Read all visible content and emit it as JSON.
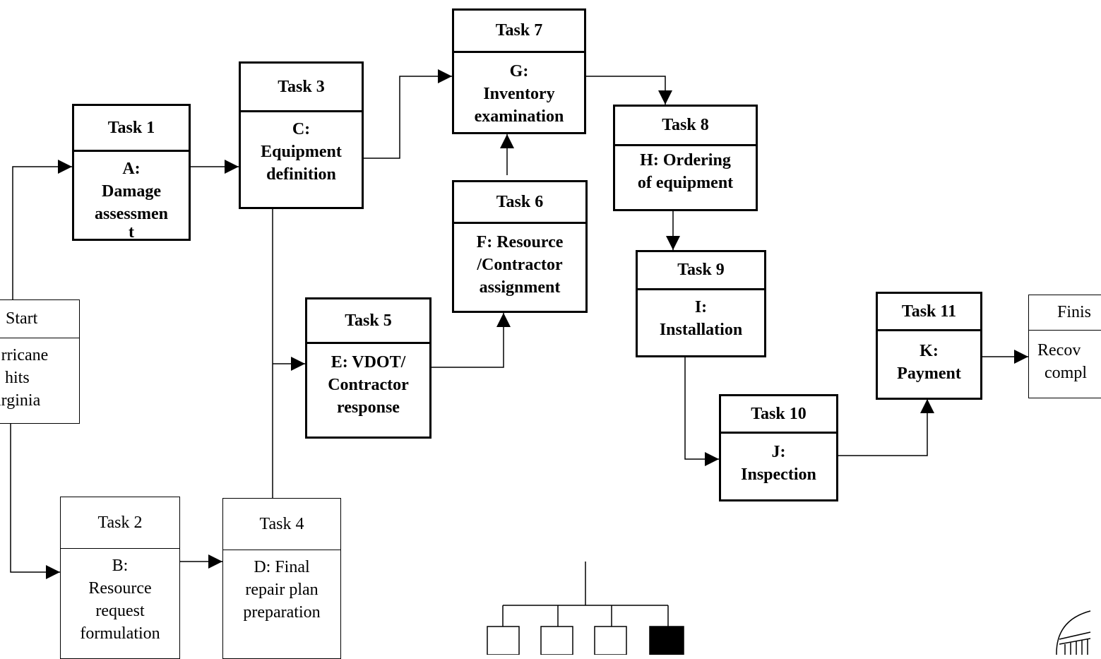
{
  "tasks": {
    "t1": {
      "header": "Task 1",
      "lines": [
        "A:",
        "Damage",
        "assessmen",
        "t"
      ]
    },
    "t2": {
      "header": "Task 2",
      "lines": [
        "B:",
        "Resource",
        "request",
        "formulation"
      ]
    },
    "t3": {
      "header": "Task 3",
      "lines": [
        "C:",
        "Equipment",
        "definition"
      ]
    },
    "t4": {
      "header": "Task 4",
      "lines": [
        "D: Final",
        "repair plan",
        "preparation"
      ]
    },
    "t5": {
      "header": "Task 5",
      "lines": [
        "E: VDOT/",
        "Contractor",
        "response"
      ]
    },
    "t6": {
      "header": "Task 6",
      "lines": [
        "F: Resource",
        "/Contractor",
        "assignment"
      ]
    },
    "t7": {
      "header": "Task 7",
      "lines": [
        "G:",
        "Inventory",
        "examination"
      ]
    },
    "t8": {
      "header": "Task 8",
      "lines": [
        "H: Ordering",
        "of equipment"
      ]
    },
    "t9": {
      "header": "Task 9",
      "lines": [
        "I:",
        "Installation"
      ]
    },
    "t10": {
      "header": "Task 10",
      "lines": [
        "J:",
        "Inspection"
      ]
    },
    "t11": {
      "header": "Task 11",
      "lines": [
        "K:",
        "Payment"
      ]
    }
  },
  "start": {
    "header": "Start",
    "lines": [
      ":rricane",
      "hits",
      "irginia"
    ]
  },
  "finish": {
    "header": "Finis",
    "lines": [
      "Recov",
      "compl"
    ]
  },
  "colors": {
    "line": "#000000",
    "background": "#ffffff",
    "filled_node": "#000000"
  }
}
